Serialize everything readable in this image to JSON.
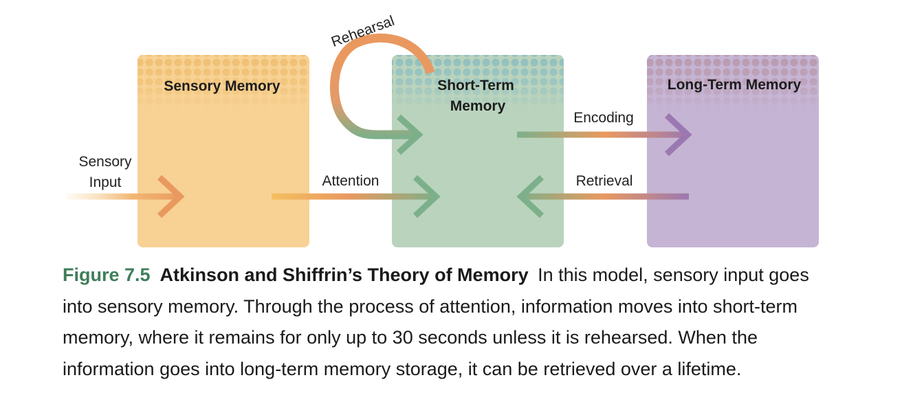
{
  "diagram": {
    "boxes": {
      "sensory": {
        "title": "Sensory Memory",
        "color": "#f7d294",
        "dot_color": "#eebb6e"
      },
      "short_term": {
        "title_line1": "Short-Term",
        "title_line2": "Memory",
        "color": "#bad3bd",
        "dot_color": "#8fbcbd"
      },
      "long_term": {
        "title": "Long-Term Memory",
        "color": "#c5b4d3",
        "dot_color": "#b89aa9"
      }
    },
    "labels": {
      "sensory_input_line1": "Sensory",
      "sensory_input_line2": "Input",
      "attention": "Attention",
      "rehearsal": "Rehearsal",
      "encoding": "Encoding",
      "retrieval": "Retrieval"
    },
    "colors": {
      "orange": "#e9995f",
      "yellow": "#f5c060",
      "green": "#7cb08a",
      "purple": "#9b78b2"
    }
  },
  "caption": {
    "figure_number": "Figure 7.5",
    "title": "Atkinson and Shiffrin’s Theory of Memory",
    "text": "In this model, sensory input goes into sensory memory. Through the process of attention, information moves into short-term memory, where it remains for only up to 30 seconds unless it is rehearsed. When the information goes into long-term memory storage, it can be retrieved over a lifetime."
  }
}
